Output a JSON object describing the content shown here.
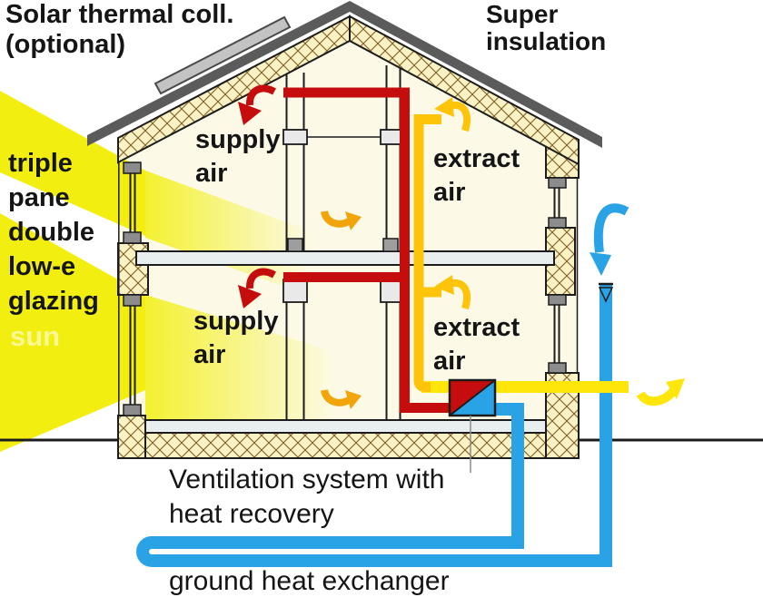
{
  "labels": {
    "solar_collector": {
      "line1": "Solar thermal coll.",
      "line2": "(optional)"
    },
    "super_insulation": {
      "line1": "Super",
      "line2": "insulation"
    },
    "glazing": {
      "line1": "triple",
      "line2": "pane",
      "line3": "double",
      "line4": "low-e",
      "line5": "glazing"
    },
    "supply_air_upper": {
      "line1": "supply",
      "line2": "air"
    },
    "supply_air_lower": {
      "line1": "supply",
      "line2": "air"
    },
    "extract_air_upper": {
      "line1": "extract",
      "line2": "air"
    },
    "extract_air_lower": {
      "line1": "extract",
      "line2": "air"
    },
    "ventilation": {
      "line1": "Ventilation system with",
      "line2": "heat recovery"
    },
    "ground_heat_exchanger": "ground heat exchanger",
    "watermark": "sun"
  },
  "colors": {
    "supply_duct_red": "#c60d0d",
    "extract_duct_gold": "#fdc40a",
    "exhaust_yellow": "#ffe60a",
    "pipe_blue": "#2aa3e6",
    "sun_ray_yellow": "#f2ef10",
    "insulation_fill": "#f8f2c4",
    "insulation_hatch": "#8a6a33",
    "roof_gray": "#5b5b5b",
    "panel_gray": "#c3c3c3",
    "interior_cream": "#fcfae6",
    "slab_light": "#e9efee",
    "frame_gray": "#8c8c8c",
    "outline_dark": "#1c1c1c",
    "arrow_orange": "#f2a50a"
  },
  "icons": {
    "supply-air-arrow": "curved-arrow-down-left",
    "extract-air-arrow": "curved-arrow-up-left",
    "room-circulation-arrow": "curved-arrow-right",
    "fresh-air-intake-arrow": "curved-arrow-down",
    "exhaust-air-arrow": "curved-arrow-up-right"
  }
}
